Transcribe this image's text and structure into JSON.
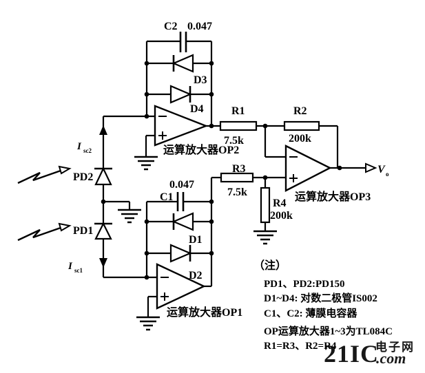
{
  "components": {
    "c1": {
      "label": "C1",
      "value": "0.047"
    },
    "c2": {
      "label": "C2",
      "value": "0.047"
    },
    "d1": {
      "label": "D1"
    },
    "d2": {
      "label": "D2"
    },
    "d3": {
      "label": "D3"
    },
    "d4": {
      "label": "D4"
    },
    "r1": {
      "label": "R1",
      "value": "7.5k"
    },
    "r2": {
      "label": "R2",
      "value": "200k"
    },
    "r3": {
      "label": "R3",
      "value": "7.5k"
    },
    "r4": {
      "label": "R4",
      "value": "200k"
    },
    "pd1": {
      "label": "PD1"
    },
    "pd2": {
      "label": "PD2"
    },
    "op1": {
      "label": "运算放大器OP1"
    },
    "op2": {
      "label": "运算放大器OP2"
    },
    "op3": {
      "label": "运算放大器OP3"
    }
  },
  "signals": {
    "isc1": {
      "base": "I",
      "sub": "sc1"
    },
    "isc2": {
      "base": "I",
      "sub": "sc2"
    },
    "vout": {
      "base": "V",
      "sub": "o"
    }
  },
  "notes": {
    "heading": "（注）",
    "lines": [
      "PD1、PD2:PD150",
      "D1~D4: 对数二极管IS002",
      "C1、C2: 薄膜电容器",
      "OP运算放大器1~3为TL084C",
      "R1=R3、R2=R4"
    ]
  },
  "watermark": {
    "brand": "21IC",
    "suffix": ".com",
    "site": "电子网",
    "pink": "#e9a2a2",
    "red": "#dd6262"
  },
  "colors": {
    "ink": "#000000",
    "paper": "#ffffff"
  }
}
